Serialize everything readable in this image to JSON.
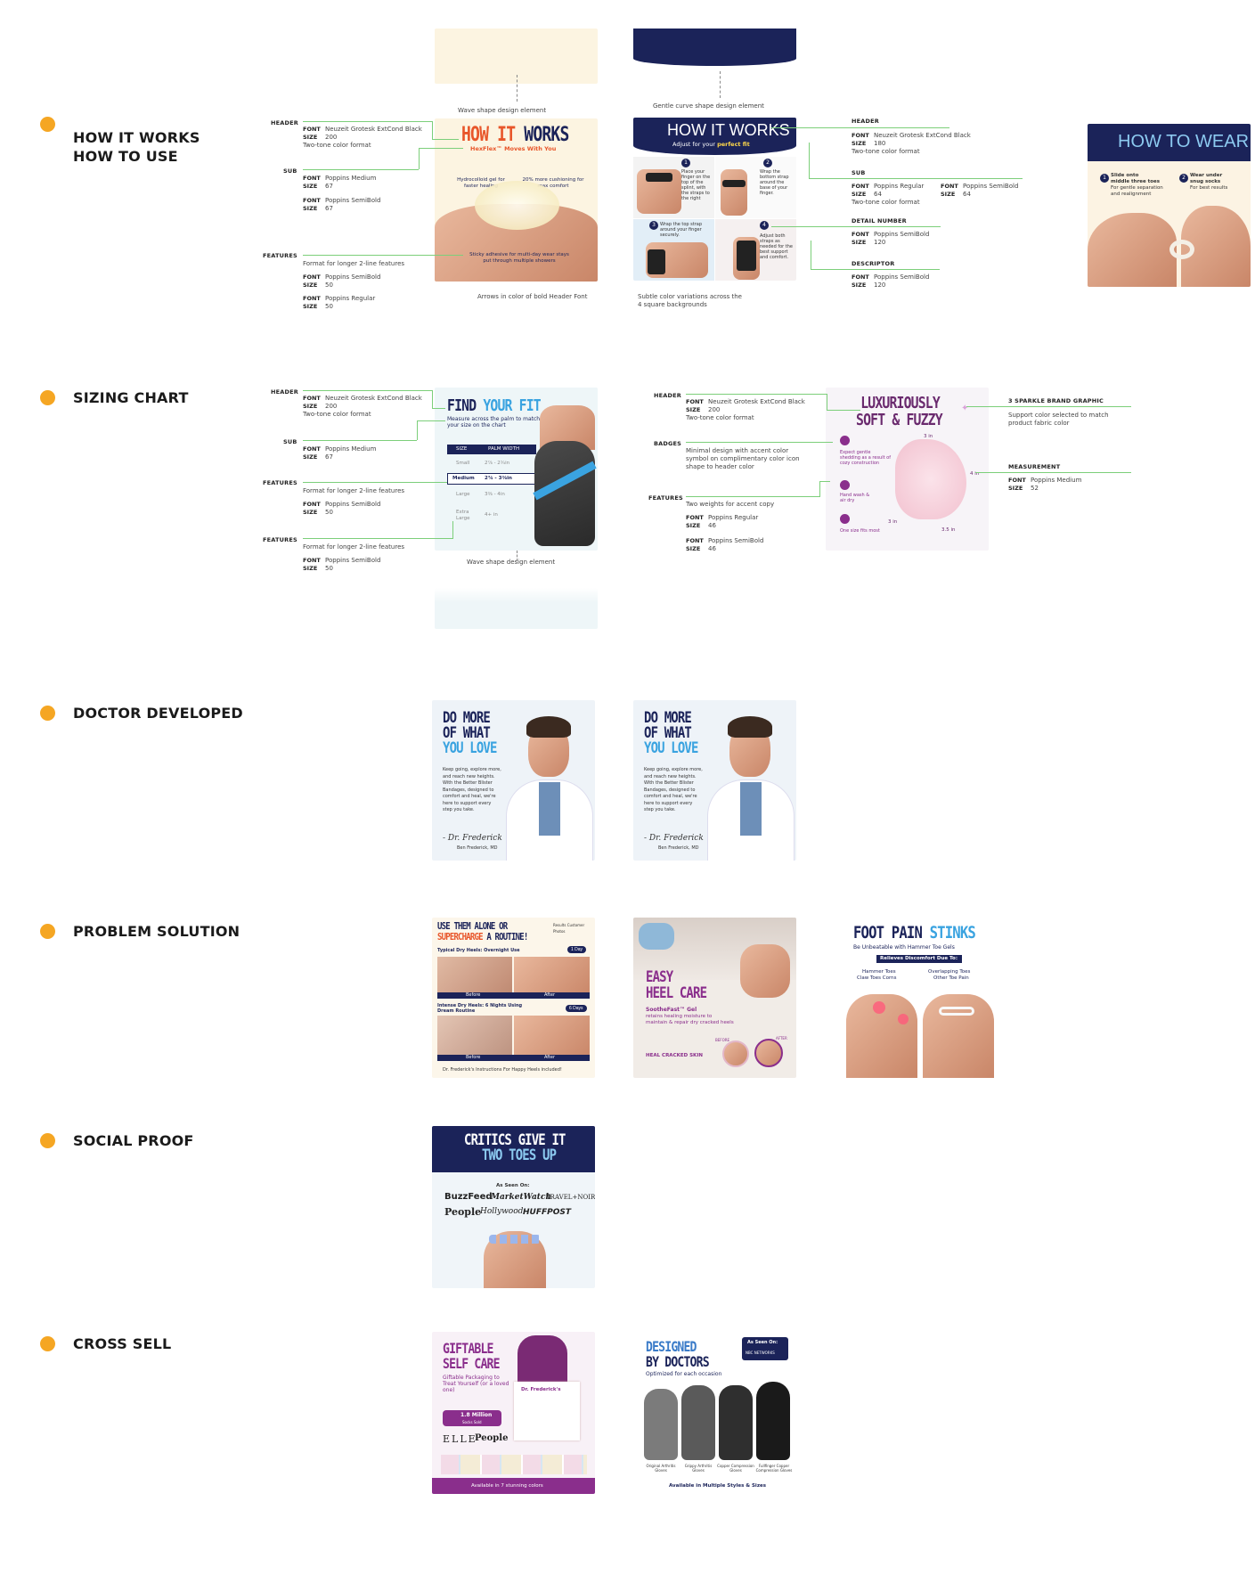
{
  "sections": {
    "how_it_works": {
      "line1": "HOW IT WORKS",
      "line2": "HOW TO USE"
    },
    "sizing_chart": "SIZING CHART",
    "doctor_developed": "DOCTOR DEVELOPED",
    "problem_solution": "PROBLEM SOLUTION",
    "social_proof": "SOCIAL PROOF",
    "cross_sell": "CROSS SELL"
  },
  "labels": {
    "header": "HEADER",
    "sub": "SUB",
    "features": "FEATURES",
    "badges": "BADGES",
    "detail_number": "DETAIL NUMBER",
    "descriptor": "DESCRIPTOR",
    "measurement": "MEASUREMENT",
    "sparkle": "3 SPARKLE BRAND GRAPHIC",
    "font": "FONT",
    "size": "SIZE"
  },
  "fonts": {
    "neuzeit": "Neuzeit Grotesk ExtCond Black",
    "pop_med": "Poppins Medium",
    "pop_semi": "Poppins SemiBold",
    "pop_reg": "Poppins Regular"
  },
  "sizes": {
    "s200": "200",
    "s180": "180",
    "s67": "67",
    "s64": "64",
    "s50": "50",
    "s120": "120",
    "s52": "52",
    "s46": "46"
  },
  "notes": {
    "two_tone": "Two-tone color format",
    "longer_features": "Format for longer 2-line features",
    "wave": "Wave shape design element",
    "gentle": "Gentle curve shape design element",
    "arrows": "Arrows in color of bold Header Font",
    "subtle1": "Subtle color variations across the",
    "subtle2": "4 square backgrounds",
    "minimal1": "Minimal design with accent color",
    "minimal2": "symbol on complimentary color icon",
    "minimal3": "shape to header color",
    "two_weights": "Two weights for accent copy",
    "support1": "Support color selected to match",
    "support2": "product fabric color"
  },
  "card1": {
    "t1": "HOW IT ",
    "t2": "WORKS",
    "sub": "HexFlex™ Moves With You",
    "c1": "Hydrocolloid gel for faster healing",
    "c2": "20% more cushioning for max comfort",
    "c3": "Sticky adhesive for multi-day wear stays put through multiple showers"
  },
  "card2": {
    "title": "HOW IT WORKS",
    "sub1": "Adjust for your ",
    "sub2": "perfect fit",
    "s1": "Place your finger on the top of the splint, with the straps to the right",
    "s2": "Wrap the bottom strap around the base of your finger.",
    "s3": "Wrap the top strap around your finger securely.",
    "s4": "Adjust both straps as needed for the best support and comfort."
  },
  "card3": {
    "title": "HOW TO WEAR",
    "s1a": "Slide onto",
    "s1b": "middle three toes",
    "s1c": "For gentle separation and realignment",
    "s2a": "Wear under",
    "s2b": "snug socks",
    "s2c": "For best results"
  },
  "card4": {
    "t1": "FIND ",
    "t2": "YOUR FIT",
    "sub": "Measure across the palm to match your size on the chart",
    "col1": "SIZE",
    "col2": "PALM WIDTH",
    "rows": [
      [
        "Small",
        "2⅞ - 2¾in"
      ],
      [
        "Medium",
        "2¾ - 3⅜in"
      ],
      [
        "Large",
        "3⅜ - 4in"
      ],
      [
        "Extra Large",
        "4+ in"
      ]
    ]
  },
  "card5": {
    "t1": "LUXURIOUSLY",
    "t2": "SOFT & FUZZY",
    "b1": "Expect gentle shedding as a result of cozy construction",
    "b2": "Hand wash & air dry",
    "b3": "One size fits most",
    "m1": "3 in",
    "m2": "4 in",
    "m3": "3 in",
    "m4": "3.5 in"
  },
  "doctor": {
    "l1": "DO MORE",
    "l2": "OF WHAT",
    "l3": "YOU LOVE",
    "body": "Keep going, explore more, and reach new heights. With the Better Blister Bandages, designed to comfort and heal, we're here to support every step you take.",
    "sig": "- Dr. Frederick",
    "name": "Ben Frederick, MD"
  },
  "ps1": {
    "h1": "USE THEM ALONE OR",
    "h2a": "SUPERCHARGE",
    "h2b": " A ROUTINE!",
    "top": "Results Customer Photos",
    "r1": "Typical Dry Heels: Overnight Use",
    "b1": "1 Day",
    "before": "Before",
    "after": "After",
    "r2": "Intense Dry Heels: 6 Nights Using Dream Routine",
    "b2": "6 Days",
    "foot": "Dr. Frederick's Instructions For Happy Heels included!"
  },
  "ps2": {
    "t1": "EASY",
    "t2": "HEEL CARE",
    "brand": "SootheFast™ Gel",
    "body": "retains healing moisture to maintain & repair dry cracked heels",
    "tag": "HEAL CRACKED SKIN",
    "before": "BEFORE",
    "after": "AFTER"
  },
  "ps3": {
    "t1": "FOOT PAIN ",
    "t2": "STINKS",
    "sub": "Be Unbeatable with Hammer Toe Gels",
    "bar": "Relieves Discomfort Due To:",
    "l1": "Hammer Toes",
    "l2": "Claw Toes Corns",
    "r1": "Overlapping Toes",
    "r2": "Other Toe Pain"
  },
  "social": {
    "t1": "CRITICS GIVE IT",
    "t2": "TWO TOES UP",
    "seen": "As Seen On:",
    "logos": [
      "BuzzFeed",
      "MarketWatch",
      "TRAVEL+NOIRE",
      "People",
      "Hollywood",
      "HUFFPOST"
    ]
  },
  "cs1": {
    "t1": "GIFTABLE",
    "t2": "SELF CARE",
    "body": "Giftable Packaging to Treat Yourself (or a loved one)",
    "badge1": "1.8 Million",
    "badge2": "Socks Sold",
    "elle": "ELLE",
    "people": "People",
    "box": "Dr. Frederick's",
    "avail": "Available in 7 stunning colors"
  },
  "cs2": {
    "t1": "DESIGNED",
    "t2": "BY DOCTORS",
    "seen": "As Seen On:",
    "net": "NBC NETWORKS",
    "sub": "Optimized for each occasion",
    "g": [
      "Original Arthritis Gloves",
      "Grippy Arthritis Gloves",
      "Copper Compression Gloves",
      "Fullfinger Copper Compression Gloves"
    ],
    "avail": "Available in Multiple Styles & Sizes"
  }
}
